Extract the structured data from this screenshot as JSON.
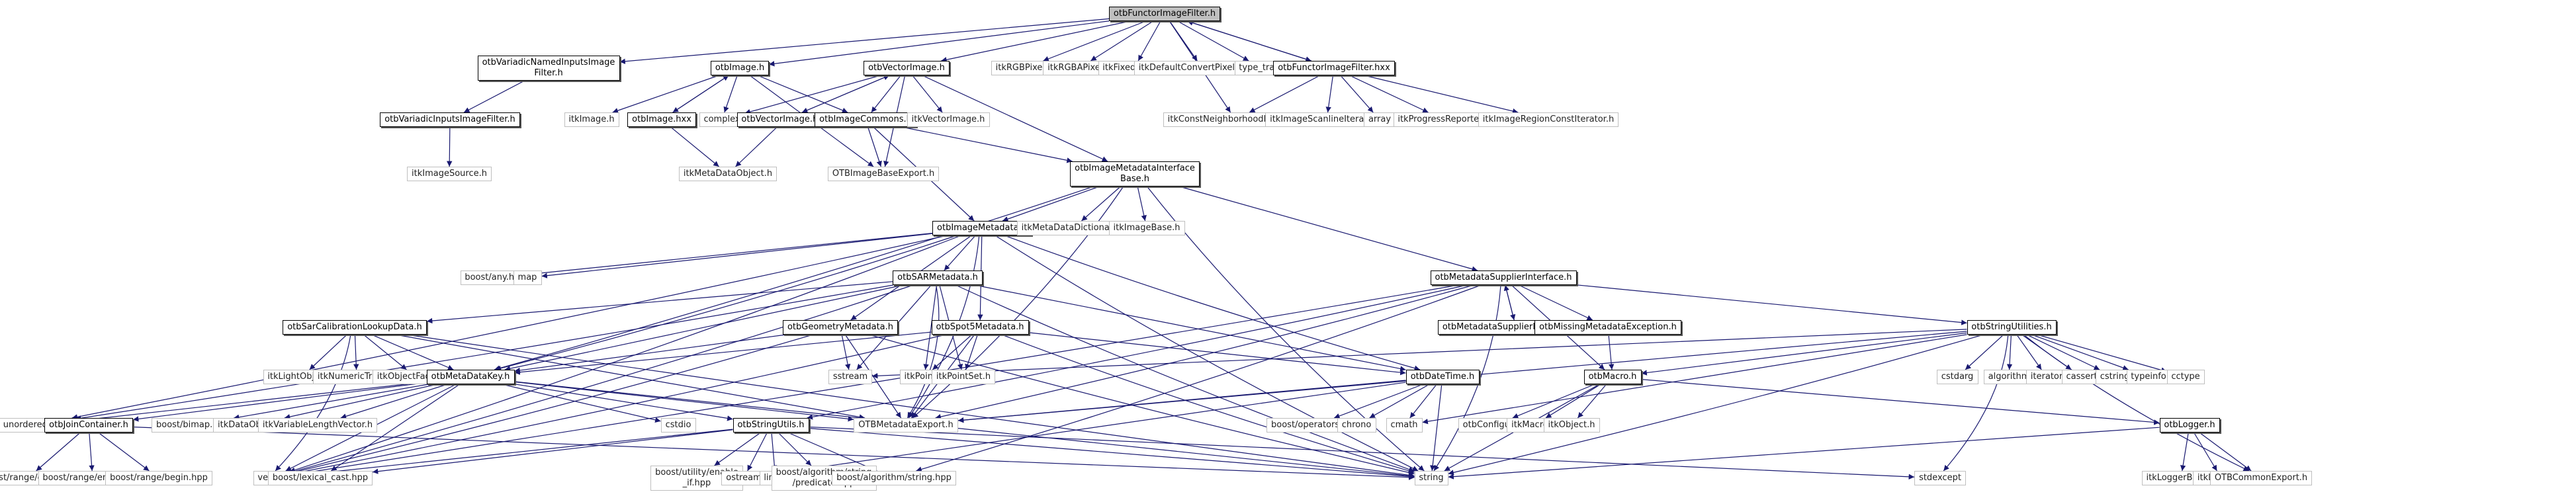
{
  "diagram": {
    "title": "otbFunctorImageFilter.h",
    "edge_color": "#191970",
    "root_fill": "#bfbfbf",
    "nodes": [
      {
        "id": "root",
        "label": "otbFunctorImageFilter.h",
        "kind": "root"
      },
      {
        "id": "varNamed",
        "label": "otbVariadicNamedInputsImage\nFilter.h",
        "kind": "doc"
      },
      {
        "id": "otbImage",
        "label": "otbImage.h",
        "kind": "doc"
      },
      {
        "id": "otbVectorImage",
        "label": "otbVectorImage.h",
        "kind": "doc"
      },
      {
        "id": "itkRGBPixel",
        "label": "itkRGBPixel.h",
        "kind": "ext"
      },
      {
        "id": "itkRGBAPixel",
        "label": "itkRGBAPixel.h",
        "kind": "ext"
      },
      {
        "id": "itkFixedArray",
        "label": "itkFixedArray.h",
        "kind": "ext"
      },
      {
        "id": "itkDefaultConvert",
        "label": "itkDefaultConvertPixelTraits.h",
        "kind": "ext"
      },
      {
        "id": "type_traits",
        "label": "type_traits",
        "kind": "ext"
      },
      {
        "id": "rootHxx",
        "label": "otbFunctorImageFilter.hxx",
        "kind": "doc"
      },
      {
        "id": "varInputs",
        "label": "otbVariadicInputsImageFilter.h",
        "kind": "doc"
      },
      {
        "id": "itkImage",
        "label": "itkImage.h",
        "kind": "ext"
      },
      {
        "id": "otbImageHxx",
        "label": "otbImage.hxx",
        "kind": "doc"
      },
      {
        "id": "complex",
        "label": "complex",
        "kind": "ext"
      },
      {
        "id": "otbVectorImageHxx",
        "label": "otbVectorImage.hxx",
        "kind": "doc"
      },
      {
        "id": "otbImageCommons",
        "label": "otbImageCommons.h",
        "kind": "doc"
      },
      {
        "id": "itkVectorImage",
        "label": "itkVectorImage.h",
        "kind": "ext"
      },
      {
        "id": "itkConstNeigh",
        "label": "itkConstNeighborhoodIterator.h",
        "kind": "ext"
      },
      {
        "id": "itkImageScanline",
        "label": "itkImageScanlineIterator.h",
        "kind": "ext"
      },
      {
        "id": "array",
        "label": "array",
        "kind": "ext"
      },
      {
        "id": "itkProgress",
        "label": "itkProgressReporter.h",
        "kind": "ext"
      },
      {
        "id": "itkImageRegionConst",
        "label": "itkImageRegionConstIterator.h",
        "kind": "ext"
      },
      {
        "id": "itkImageSource",
        "label": "itkImageSource.h",
        "kind": "ext"
      },
      {
        "id": "itkMetaDataObject",
        "label": "itkMetaDataObject.h",
        "kind": "ext"
      },
      {
        "id": "OTBImageBaseExport",
        "label": "OTBImageBaseExport.h",
        "kind": "ext"
      },
      {
        "id": "imdInterfaceBase",
        "label": "otbImageMetadataInterface\nBase.h",
        "kind": "doc"
      },
      {
        "id": "otbImageMetadata",
        "label": "otbImageMetadata.h",
        "kind": "doc"
      },
      {
        "id": "itkMetaDataDictionary",
        "label": "itkMetaDataDictionary.h",
        "kind": "ext"
      },
      {
        "id": "itkImageBase",
        "label": "itkImageBase.h",
        "kind": "ext"
      },
      {
        "id": "boostAny",
        "label": "boost/any.hpp",
        "kind": "ext"
      },
      {
        "id": "map",
        "label": "map",
        "kind": "ext"
      },
      {
        "id": "otbSARMetadata",
        "label": "otbSARMetadata.h",
        "kind": "doc"
      },
      {
        "id": "mdSupplier",
        "label": "otbMetadataSupplierInterface.h",
        "kind": "doc"
      },
      {
        "id": "sarCalib",
        "label": "otbSarCalibrationLookupData.h",
        "kind": "doc"
      },
      {
        "id": "otbGeometryMetadata",
        "label": "otbGeometryMetadata.h",
        "kind": "doc"
      },
      {
        "id": "otbSpot5Metadata",
        "label": "otbSpot5Metadata.h",
        "kind": "doc"
      },
      {
        "id": "mdSupplierHxx",
        "label": "otbMetadataSupplierInterface.hxx",
        "kind": "doc"
      },
      {
        "id": "missingMd",
        "label": "otbMissingMetadataException.h",
        "kind": "doc"
      },
      {
        "id": "otbStringUtilities",
        "label": "otbStringUtilities.h",
        "kind": "doc"
      },
      {
        "id": "itkLightObject",
        "label": "itkLightObject.h",
        "kind": "ext"
      },
      {
        "id": "itkNumericTraits",
        "label": "itkNumericTraits.h",
        "kind": "ext"
      },
      {
        "id": "itkObjectFactory",
        "label": "itkObjectFactory.h",
        "kind": "ext"
      },
      {
        "id": "otbMetaDataKey",
        "label": "otbMetaDataKey.h",
        "kind": "doc"
      },
      {
        "id": "sstream",
        "label": "sstream",
        "kind": "ext"
      },
      {
        "id": "itkPoint",
        "label": "itkPoint.h",
        "kind": "ext"
      },
      {
        "id": "itkPointSet",
        "label": "itkPointSet.h",
        "kind": "ext"
      },
      {
        "id": "otbDateTime",
        "label": "otbDateTime.h",
        "kind": "doc"
      },
      {
        "id": "otbMacro",
        "label": "otbMacro.h",
        "kind": "doc"
      },
      {
        "id": "cstdarg",
        "label": "cstdarg",
        "kind": "ext"
      },
      {
        "id": "algorithm",
        "label": "algorithm",
        "kind": "ext"
      },
      {
        "id": "iterator",
        "label": "iterator",
        "kind": "ext"
      },
      {
        "id": "cassert",
        "label": "cassert",
        "kind": "ext"
      },
      {
        "id": "cstring",
        "label": "cstring",
        "kind": "ext"
      },
      {
        "id": "typeinfo",
        "label": "typeinfo",
        "kind": "ext"
      },
      {
        "id": "cctype",
        "label": "cctype",
        "kind": "ext"
      },
      {
        "id": "unordered_map",
        "label": "unordered_map",
        "kind": "ext"
      },
      {
        "id": "otbJoinContainer",
        "label": "otbJoinContainer.h",
        "kind": "doc"
      },
      {
        "id": "boostBimap",
        "label": "boost/bimap.hpp",
        "kind": "ext"
      },
      {
        "id": "itkDataObject",
        "label": "itkDataObject.h",
        "kind": "ext"
      },
      {
        "id": "itkVarLenVec",
        "label": "itkVariableLengthVector.h",
        "kind": "ext"
      },
      {
        "id": "cstdio",
        "label": "cstdio",
        "kind": "ext"
      },
      {
        "id": "otbStringUtils",
        "label": "otbStringUtils.h",
        "kind": "doc"
      },
      {
        "id": "OTBMetadataExport",
        "label": "OTBMetadataExport.h",
        "kind": "ext"
      },
      {
        "id": "boostOperators",
        "label": "boost/operators.hpp",
        "kind": "ext"
      },
      {
        "id": "chrono",
        "label": "chrono",
        "kind": "ext"
      },
      {
        "id": "cmath",
        "label": "cmath",
        "kind": "ext"
      },
      {
        "id": "otbConfigure",
        "label": "otbConfigure.h",
        "kind": "ext"
      },
      {
        "id": "itkMacro",
        "label": "itkMacro.h",
        "kind": "ext"
      },
      {
        "id": "itkObject",
        "label": "itkObject.h",
        "kind": "ext"
      },
      {
        "id": "otbLogger",
        "label": "otbLogger.h",
        "kind": "doc"
      },
      {
        "id": "rangeEnd",
        "label": "boost/range/end.hpp",
        "kind": "ext"
      },
      {
        "id": "rangeEmpty",
        "label": "boost/range/empty.hpp",
        "kind": "ext"
      },
      {
        "id": "rangeBegin",
        "label": "boost/range/begin.hpp",
        "kind": "ext"
      },
      {
        "id": "vector",
        "label": "vector",
        "kind": "ext"
      },
      {
        "id": "lexicalCast",
        "label": "boost/lexical_cast.hpp",
        "kind": "ext"
      },
      {
        "id": "enableIf",
        "label": "boost/utility/enable\n_if.hpp",
        "kind": "ext"
      },
      {
        "id": "ostream",
        "label": "ostream",
        "kind": "ext"
      },
      {
        "id": "limits",
        "label": "limits",
        "kind": "ext"
      },
      {
        "id": "predicate",
        "label": "boost/algorithm/string\n/predicate.hpp",
        "kind": "ext"
      },
      {
        "id": "algString",
        "label": "boost/algorithm/string.hpp",
        "kind": "ext"
      },
      {
        "id": "string",
        "label": "string",
        "kind": "ext"
      },
      {
        "id": "stdexcept",
        "label": "stdexcept",
        "kind": "ext"
      },
      {
        "id": "itkLoggerBase",
        "label": "itkLoggerBase.h",
        "kind": "ext"
      },
      {
        "id": "itkLogger",
        "label": "itkLogger.h",
        "kind": "ext"
      },
      {
        "id": "OTBCommonExport",
        "label": "OTBCommonExport.h",
        "kind": "ext"
      }
    ],
    "edges": [
      [
        "root",
        "varNamed"
      ],
      [
        "root",
        "otbImage"
      ],
      [
        "root",
        "otbVectorImage"
      ],
      [
        "root",
        "itkRGBPixel"
      ],
      [
        "root",
        "itkRGBAPixel"
      ],
      [
        "root",
        "itkFixedArray"
      ],
      [
        "root",
        "itkDefaultConvert"
      ],
      [
        "root",
        "type_traits"
      ],
      [
        "root",
        "rootHxx"
      ],
      [
        "root",
        "itkConstNeigh"
      ],
      [
        "rootHxx",
        "root"
      ],
      [
        "rootHxx",
        "itkConstNeigh"
      ],
      [
        "rootHxx",
        "itkImageScanline"
      ],
      [
        "rootHxx",
        "array"
      ],
      [
        "rootHxx",
        "itkProgress"
      ],
      [
        "rootHxx",
        "itkImageRegionConst"
      ],
      [
        "varNamed",
        "varInputs"
      ],
      [
        "varInputs",
        "itkImageSource"
      ],
      [
        "otbImage",
        "itkImage"
      ],
      [
        "otbImage",
        "otbImageHxx"
      ],
      [
        "otbImageHxx",
        "otbImage"
      ],
      [
        "otbImage",
        "complex"
      ],
      [
        "otbImage",
        "otbImageCommons"
      ],
      [
        "otbImage",
        "OTBImageBaseExport"
      ],
      [
        "otbImageHxx",
        "itkMetaDataObject"
      ],
      [
        "otbVectorImage",
        "complex"
      ],
      [
        "otbVectorImage",
        "otbVectorImageHxx"
      ],
      [
        "otbVectorImageHxx",
        "otbVectorImage"
      ],
      [
        "otbVectorImage",
        "otbImageCommons"
      ],
      [
        "otbVectorImage",
        "itkVectorImage"
      ],
      [
        "otbVectorImage",
        "OTBImageBaseExport"
      ],
      [
        "otbVectorImage",
        "imdInterfaceBase"
      ],
      [
        "otbVectorImageHxx",
        "itkMetaDataObject"
      ],
      [
        "otbImageCommons",
        "OTBImageBaseExport"
      ],
      [
        "otbImageCommons",
        "imdInterfaceBase"
      ],
      [
        "otbImageCommons",
        "otbImageMetadata"
      ],
      [
        "imdInterfaceBase",
        "otbImageMetadata"
      ],
      [
        "imdInterfaceBase",
        "itkMetaDataDictionary"
      ],
      [
        "imdInterfaceBase",
        "itkImageBase"
      ],
      [
        "imdInterfaceBase",
        "mdSupplier"
      ],
      [
        "imdInterfaceBase",
        "OTBMetadataExport"
      ],
      [
        "imdInterfaceBase",
        "otbMetaDataKey"
      ],
      [
        "imdInterfaceBase",
        "string"
      ],
      [
        "otbImageMetadata",
        "boostAny"
      ],
      [
        "otbImageMetadata",
        "map"
      ],
      [
        "otbImageMetadata",
        "otbSARMetadata"
      ],
      [
        "otbImageMetadata",
        "otbGeometryMetadata"
      ],
      [
        "otbImageMetadata",
        "otbSpot5Metadata"
      ],
      [
        "otbImageMetadata",
        "otbMetaDataKey"
      ],
      [
        "otbImageMetadata",
        "OTBMetadataExport"
      ],
      [
        "otbImageMetadata",
        "unordered_map"
      ],
      [
        "otbImageMetadata",
        "otbDateTime"
      ],
      [
        "otbImageMetadata",
        "vector"
      ],
      [
        "otbImageMetadata",
        "string"
      ],
      [
        "otbSARMetadata",
        "sarCalib"
      ],
      [
        "otbSARMetadata",
        "otbMetaDataKey"
      ],
      [
        "otbSARMetadata",
        "sstream"
      ],
      [
        "otbSARMetadata",
        "itkPoint"
      ],
      [
        "otbSARMetadata",
        "itkPointSet"
      ],
      [
        "otbSARMetadata",
        "OTBMetadataExport"
      ],
      [
        "otbSARMetadata",
        "otbDateTime"
      ],
      [
        "otbSARMetadata",
        "vector"
      ],
      [
        "otbSARMetadata",
        "string"
      ],
      [
        "otbSARMetadata",
        "unordered_map"
      ],
      [
        "sarCalib",
        "itkLightObject"
      ],
      [
        "sarCalib",
        "itkNumericTraits"
      ],
      [
        "sarCalib",
        "itkObjectFactory"
      ],
      [
        "sarCalib",
        "otbMetaDataKey"
      ],
      [
        "sarCalib",
        "OTBMetadataExport"
      ],
      [
        "sarCalib",
        "vector"
      ],
      [
        "sarCalib",
        "string"
      ],
      [
        "otbGeometryMetadata",
        "otbMetaDataKey"
      ],
      [
        "otbGeometryMetadata",
        "sstream"
      ],
      [
        "otbGeometryMetadata",
        "OTBMetadataExport"
      ],
      [
        "otbGeometryMetadata",
        "vector"
      ],
      [
        "otbGeometryMetadata",
        "string"
      ],
      [
        "otbSpot5Metadata",
        "itkPoint"
      ],
      [
        "otbSpot5Metadata",
        "itkPointSet"
      ],
      [
        "otbSpot5Metadata",
        "otbMetaDataKey"
      ],
      [
        "otbSpot5Metadata",
        "OTBMetadataExport"
      ],
      [
        "otbSpot5Metadata",
        "otbDateTime"
      ],
      [
        "otbSpot5Metadata",
        "vector"
      ],
      [
        "otbSpot5Metadata",
        "string"
      ],
      [
        "mdSupplier",
        "mdSupplierHxx"
      ],
      [
        "mdSupplierHxx",
        "mdSupplier"
      ],
      [
        "mdSupplier",
        "missingMd"
      ],
      [
        "mdSupplier",
        "otbStringUtilities"
      ],
      [
        "mdSupplier",
        "otbMacro"
      ],
      [
        "mdSupplier",
        "OTBMetadataExport"
      ],
      [
        "mdSupplier",
        "string"
      ],
      [
        "mdSupplier",
        "vector"
      ],
      [
        "mdSupplier",
        "otbStringUtils"
      ],
      [
        "mdSupplier",
        "algString"
      ],
      [
        "missingMd",
        "otbMacro"
      ],
      [
        "otbStringUtilities",
        "cstdarg"
      ],
      [
        "otbStringUtilities",
        "algorithm"
      ],
      [
        "otbStringUtilities",
        "iterator"
      ],
      [
        "otbStringUtilities",
        "cassert"
      ],
      [
        "otbStringUtilities",
        "cstring"
      ],
      [
        "otbStringUtilities",
        "typeinfo"
      ],
      [
        "otbStringUtilities",
        "cctype"
      ],
      [
        "otbStringUtilities",
        "otbMacro"
      ],
      [
        "otbStringUtilities",
        "string"
      ],
      [
        "otbStringUtilities",
        "stdexcept"
      ],
      [
        "otbStringUtilities",
        "OTBCommonExport"
      ],
      [
        "otbStringUtilities",
        "sstream"
      ],
      [
        "otbStringUtilities",
        "cmath"
      ],
      [
        "otbStringUtilities",
        "OTBMetadataExport"
      ],
      [
        "otbMetaDataKey",
        "unordered_map"
      ],
      [
        "otbMetaDataKey",
        "otbJoinContainer"
      ],
      [
        "otbMetaDataKey",
        "boostBimap"
      ],
      [
        "otbMetaDataKey",
        "itkDataObject"
      ],
      [
        "otbMetaDataKey",
        "itkVarLenVec"
      ],
      [
        "otbMetaDataKey",
        "cstdio"
      ],
      [
        "otbMetaDataKey",
        "otbStringUtils"
      ],
      [
        "otbMetaDataKey",
        "OTBMetadataExport"
      ],
      [
        "otbMetaDataKey",
        "vector"
      ],
      [
        "otbMetaDataKey",
        "string"
      ],
      [
        "otbMetaDataKey",
        "lexicalCast"
      ],
      [
        "otbJoinContainer",
        "rangeEnd"
      ],
      [
        "otbJoinContainer",
        "rangeEmpty"
      ],
      [
        "otbJoinContainer",
        "rangeBegin"
      ],
      [
        "otbJoinContainer",
        "string"
      ],
      [
        "otbStringUtils",
        "enableIf"
      ],
      [
        "otbStringUtils",
        "ostream"
      ],
      [
        "otbStringUtils",
        "limits"
      ],
      [
        "otbStringUtils",
        "predicate"
      ],
      [
        "otbStringUtils",
        "algString"
      ],
      [
        "otbStringUtils",
        "vector"
      ],
      [
        "otbStringUtils",
        "lexicalCast"
      ],
      [
        "otbStringUtils",
        "string"
      ],
      [
        "otbStringUtils",
        "stdexcept"
      ],
      [
        "otbDateTime",
        "boostOperators"
      ],
      [
        "otbDateTime",
        "chrono"
      ],
      [
        "otbDateTime",
        "cmath"
      ],
      [
        "otbDateTime",
        "string"
      ],
      [
        "otbDateTime",
        "OTBMetadataExport"
      ],
      [
        "otbDateTime",
        "ostream"
      ],
      [
        "otbMacro",
        "otbConfigure"
      ],
      [
        "otbMacro",
        "itkMacro"
      ],
      [
        "otbMacro",
        "itkObject"
      ],
      [
        "otbMacro",
        "otbLogger"
      ],
      [
        "otbMacro",
        "string"
      ],
      [
        "otbLogger",
        "itkLoggerBase"
      ],
      [
        "otbLogger",
        "itkLogger"
      ],
      [
        "otbLogger",
        "OTBCommonExport"
      ],
      [
        "otbLogger",
        "string"
      ]
    ]
  }
}
